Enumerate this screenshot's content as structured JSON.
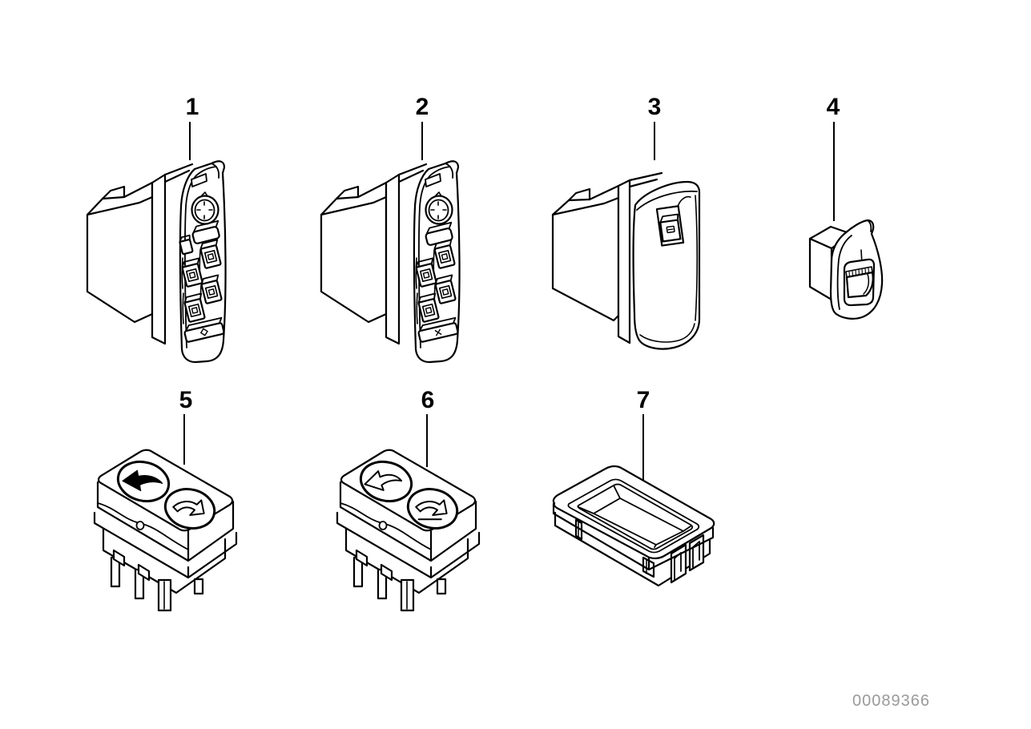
{
  "figure": {
    "type": "parts-line-diagram",
    "background": "#ffffff",
    "line_color": "#000000",
    "items": [
      {
        "label": "1",
        "drawing": "window-switch-cluster-with-knob-and-extra-button"
      },
      {
        "label": "2",
        "drawing": "window-switch-cluster-with-knob"
      },
      {
        "label": "3",
        "drawing": "single-window-switch"
      },
      {
        "label": "4",
        "drawing": "small-pushbutton-switch"
      },
      {
        "label": "5",
        "drawing": "rocker-switch-solid-arrow-and-outline-arrow"
      },
      {
        "label": "6",
        "drawing": "rocker-switch-two-outline-arrows"
      },
      {
        "label": "7",
        "drawing": "blanking-tray-housing"
      }
    ],
    "image_number": {
      "text": "00089366",
      "color": "#9a9a9a"
    }
  }
}
